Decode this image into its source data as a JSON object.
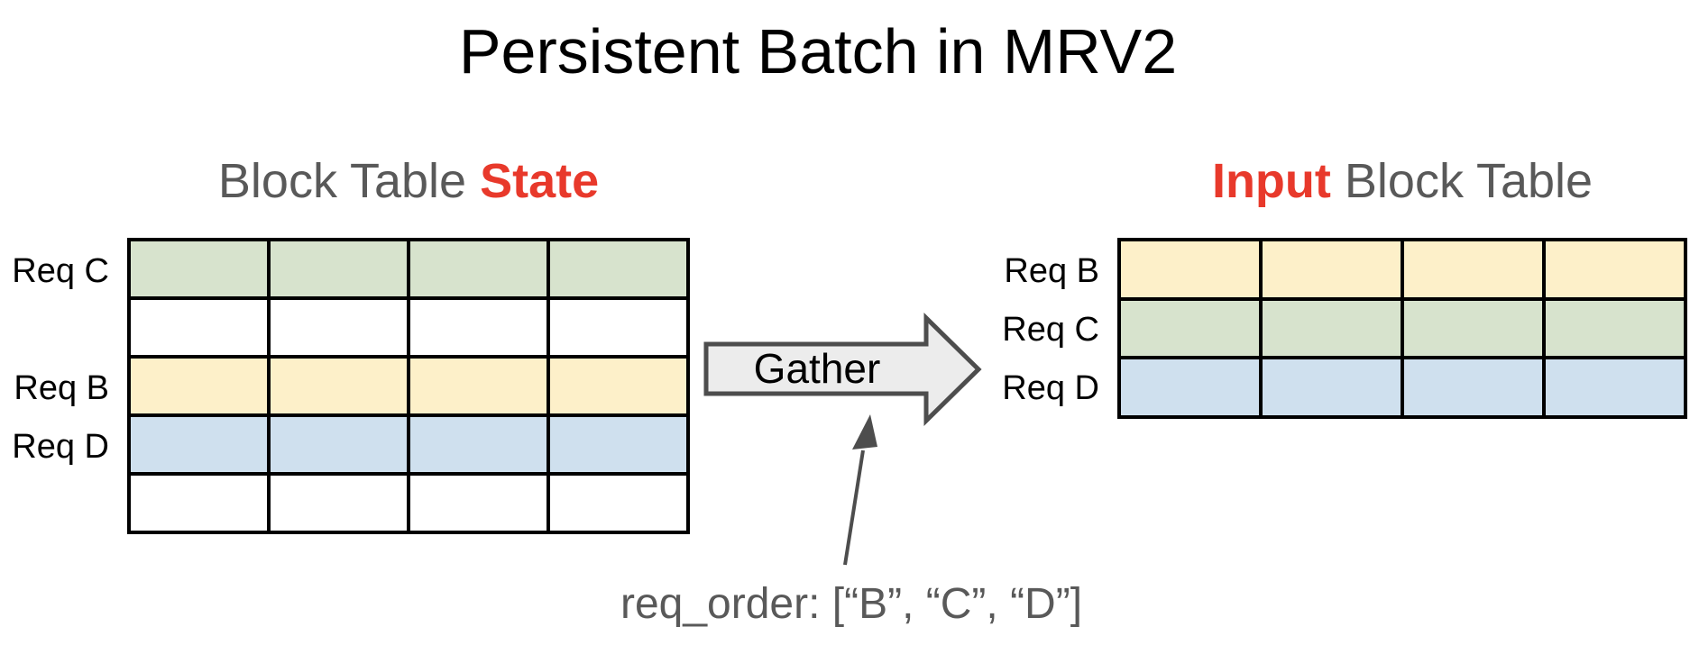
{
  "title": "Persistent Batch in MRV2",
  "colors": {
    "black": "#000000",
    "gray_text": "#595959",
    "red": "#e8392b",
    "green": "#d7e3cd",
    "yellow": "#fdf0c9",
    "blue": "#cfe0ee",
    "white": "#ffffff",
    "arrow_fill": "#ececec",
    "arrow_border": "#4d4d4d"
  },
  "left_table": {
    "title_prefix": "Block Table ",
    "title_highlight": "State",
    "columns": 4,
    "rows": [
      {
        "label": "Req C",
        "color": "green"
      },
      {
        "label": "",
        "color": "white"
      },
      {
        "label": "Req B",
        "color": "yellow"
      },
      {
        "label": "Req D",
        "color": "blue"
      },
      {
        "label": "",
        "color": "white"
      }
    ]
  },
  "right_table": {
    "title_highlight": "Input",
    "title_suffix": " Block Table",
    "columns": 4,
    "rows": [
      {
        "label": "Req B",
        "color": "yellow"
      },
      {
        "label": "Req C",
        "color": "green"
      },
      {
        "label": "Req D",
        "color": "blue"
      }
    ]
  },
  "gather_arrow": {
    "label": "Gather"
  },
  "annotation": {
    "text": "req_order: [“B”, “C”, “D”]"
  }
}
